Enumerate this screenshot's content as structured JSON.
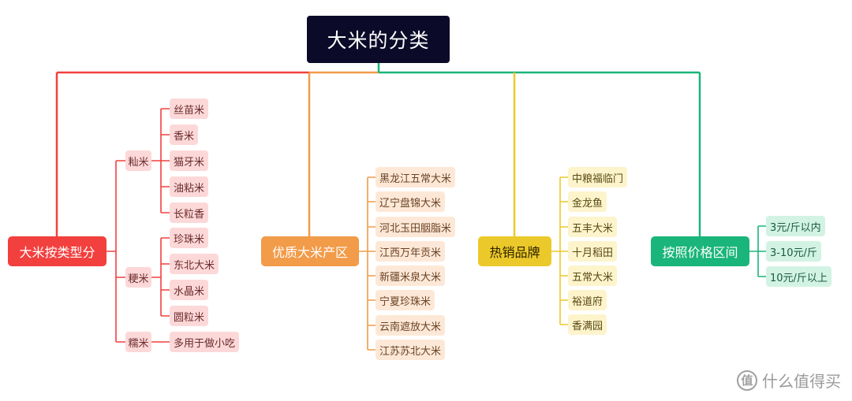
{
  "title": "大米的分类",
  "branches": {
    "type": {
      "label": "大米按类型分",
      "groups": [
        {
          "label": "籼米",
          "items": [
            "丝苗米",
            "香米",
            "猫牙米",
            "油粘米",
            "长粒香"
          ]
        },
        {
          "label": "粳米",
          "items": [
            "珍珠米",
            "东北大米",
            "水晶米",
            "圆粒米"
          ]
        },
        {
          "label": "糯米",
          "items": [
            "多用于做小吃"
          ]
        }
      ]
    },
    "area": {
      "label": "优质大米产区",
      "items": [
        "黑龙江五常大米",
        "辽宁盘锦大米",
        "河北玉田胭脂米",
        "江西万年贡米",
        "新疆米泉大米",
        "宁夏珍珠米",
        "云南遮放大米",
        "江苏苏北大米"
      ]
    },
    "brand": {
      "label": "热销品牌",
      "items": [
        "中粮福临门",
        "金龙鱼",
        "五丰大米",
        "十月稻田",
        "五常大米",
        "裕道府",
        "香满园"
      ]
    },
    "price": {
      "label": "按照价格区间",
      "items": [
        "3元/斤以内",
        "3-10元/斤",
        "10元/斤以上"
      ]
    }
  },
  "watermark": {
    "text": "什么值得买",
    "logo_glyph": "值"
  },
  "colors": {
    "root": "#0b0a28",
    "type": "#f2403e",
    "area": "#f29b49",
    "brand": "#ecc92a",
    "price": "#1ab57a"
  }
}
